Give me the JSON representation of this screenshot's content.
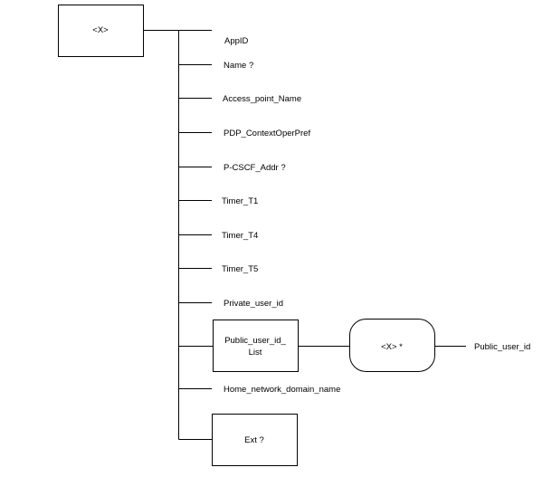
{
  "root": {
    "label": "<X>"
  },
  "children": [
    {
      "label": "AppID"
    },
    {
      "label": "Name ?"
    },
    {
      "label": "Access_point_Name"
    },
    {
      "label": "PDP_ContextOperPref"
    },
    {
      "label": "P-CSCF_Addr ?"
    },
    {
      "label": "Timer_T1"
    },
    {
      "label": "Timer_T4"
    },
    {
      "label": "Timer_T5"
    },
    {
      "label": "Private_user_id"
    },
    {
      "label_line1": "Public_user_id_",
      "label_line2": "List"
    },
    {
      "label": "Home_network_domain_name"
    },
    {
      "label": "Ext ?"
    }
  ],
  "list_node": {
    "label": "<X> *",
    "child": "Public_user_id"
  }
}
